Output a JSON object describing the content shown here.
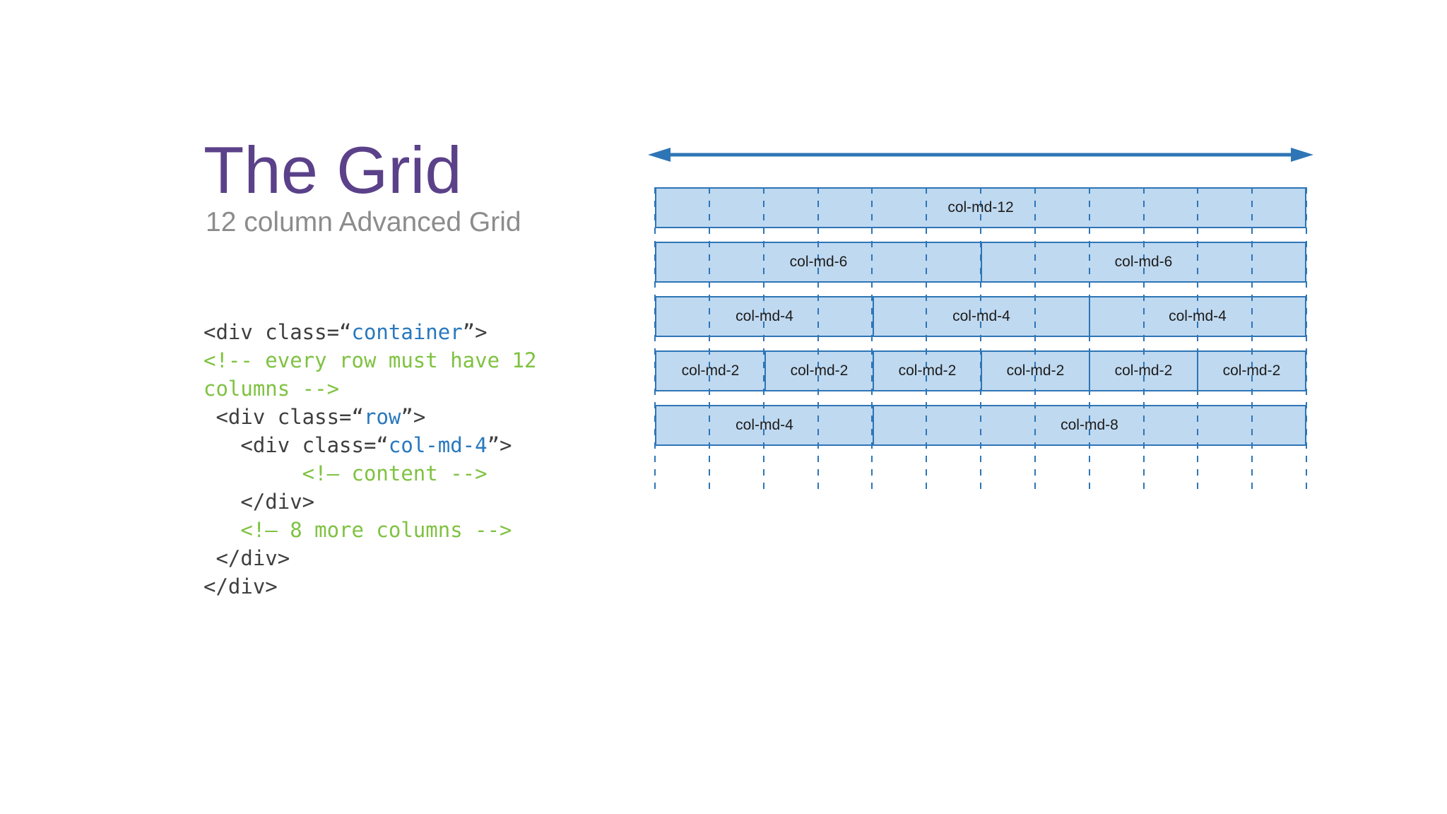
{
  "slide": {
    "title": "The Grid",
    "subtitle": "12 column Advanced Grid"
  },
  "colors": {
    "title": "#5b4189",
    "subtitle": "#8c8c8c",
    "code_default": "#3f3f3f",
    "code_value": "#2878be",
    "code_comment": "#7fc241",
    "grid_fill": "#bfd9f0",
    "grid_line": "#2e75b6",
    "label_text": "#1c1c1c",
    "bg": "#ffffff"
  },
  "code_lines": [
    [
      {
        "text": "<div class=“",
        "type": "plain"
      },
      {
        "text": "container",
        "type": "value"
      },
      {
        "text": "”>",
        "type": "plain"
      }
    ],
    [
      {
        "text": "<!-- every row must have 12",
        "type": "comment"
      }
    ],
    [
      {
        "text": "columns -->",
        "type": "comment"
      }
    ],
    [
      {
        "text": " <div class=“",
        "type": "plain"
      },
      {
        "text": "row",
        "type": "value"
      },
      {
        "text": "”>",
        "type": "plain"
      }
    ],
    [
      {
        "text": "   <div class=“",
        "type": "plain"
      },
      {
        "text": "col-md-4",
        "type": "value"
      },
      {
        "text": "”>",
        "type": "plain"
      }
    ],
    [
      {
        "text": "        <!– content -->",
        "type": "comment"
      }
    ],
    [
      {
        "text": "   </div>",
        "type": "plain"
      }
    ],
    [
      {
        "text": "   <!– 8 more columns -->",
        "type": "comment"
      }
    ],
    [
      {
        "text": " </div>",
        "type": "plain"
      }
    ],
    [
      {
        "text": "</div>",
        "type": "plain"
      }
    ]
  ],
  "diagram": {
    "columns": 12,
    "rows": [
      {
        "segments": [
          {
            "span": 12,
            "label": "col-md-12"
          }
        ]
      },
      {
        "segments": [
          {
            "span": 6,
            "label": "col-md-6"
          },
          {
            "span": 6,
            "label": "col-md-6"
          }
        ]
      },
      {
        "segments": [
          {
            "span": 4,
            "label": "col-md-4"
          },
          {
            "span": 4,
            "label": "col-md-4"
          },
          {
            "span": 4,
            "label": "col-md-4"
          }
        ]
      },
      {
        "segments": [
          {
            "span": 2,
            "label": "col-md-2"
          },
          {
            "span": 2,
            "label": "col-md-2"
          },
          {
            "span": 2,
            "label": "col-md-2"
          },
          {
            "span": 2,
            "label": "col-md-2"
          },
          {
            "span": 2,
            "label": "col-md-2"
          },
          {
            "span": 2,
            "label": "col-md-2"
          }
        ]
      },
      {
        "segments": [
          {
            "span": 4,
            "label": "col-md-4"
          },
          {
            "span": 8,
            "label": "col-md-8"
          }
        ]
      }
    ]
  }
}
